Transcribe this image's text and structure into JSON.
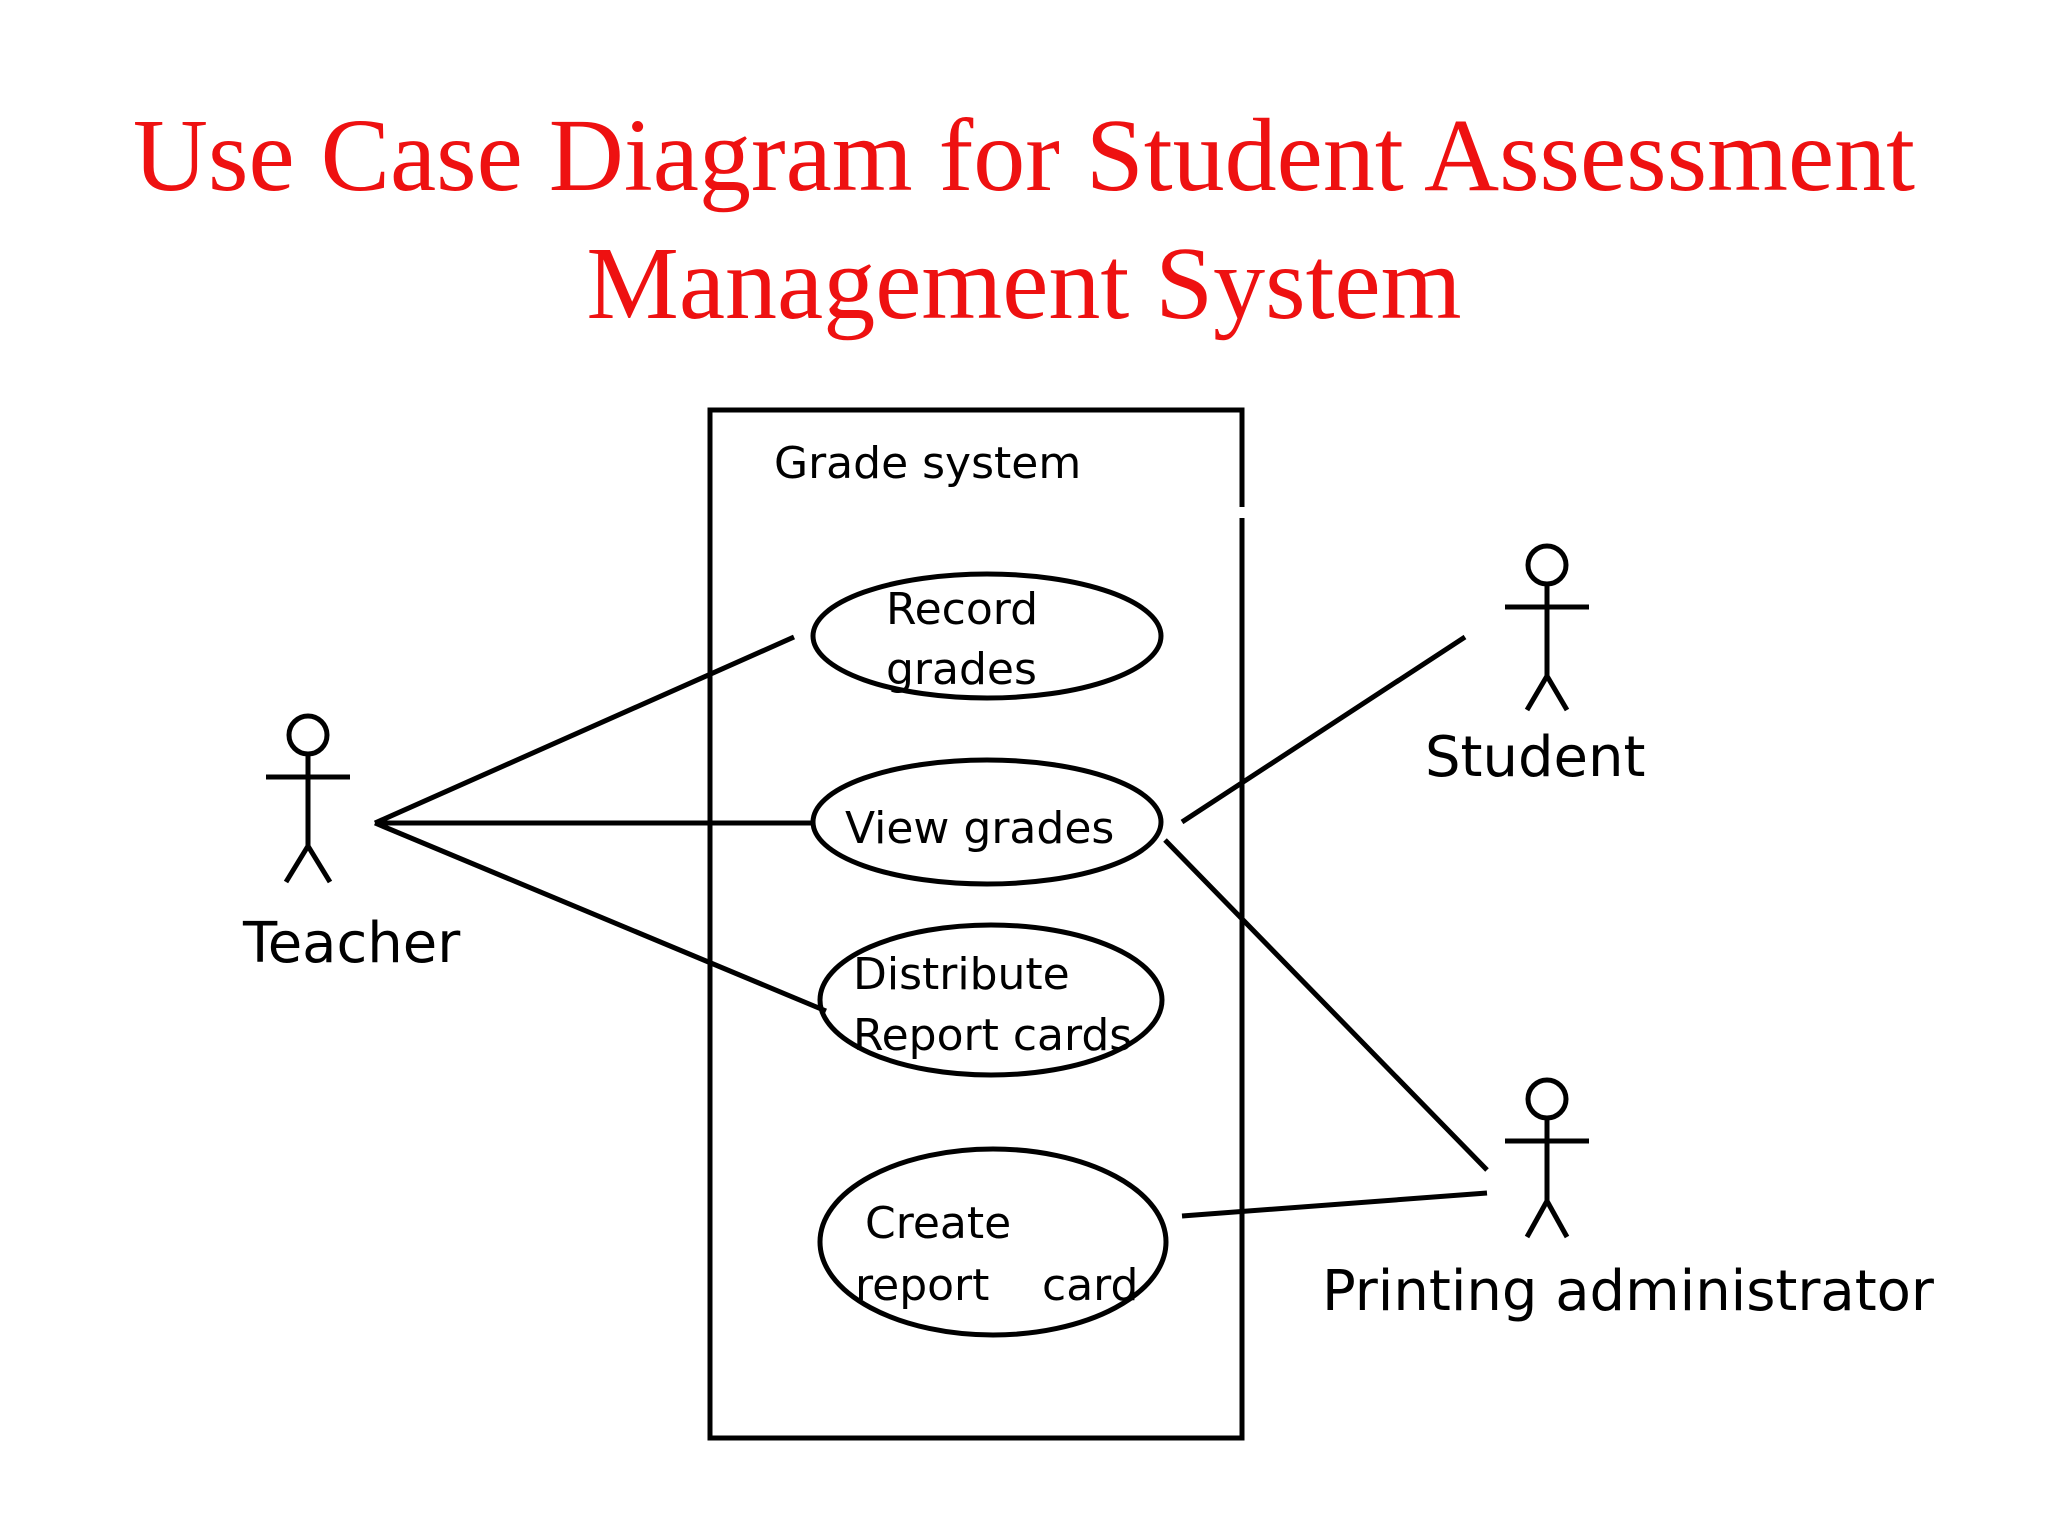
{
  "title": {
    "line1": "Use Case Diagram for Student Assessment",
    "line2": "Management System"
  },
  "system": {
    "name": "Grade system"
  },
  "use_cases": [
    {
      "id": "record",
      "lines": [
        "Record",
        "grades"
      ]
    },
    {
      "id": "view",
      "lines": [
        "View grades"
      ]
    },
    {
      "id": "distribute",
      "lines": [
        "Distribute",
        "Report cards"
      ]
    },
    {
      "id": "create",
      "lines": [
        "Create",
        "report",
        "card"
      ]
    }
  ],
  "actors": [
    {
      "id": "teacher",
      "name": "Teacher"
    },
    {
      "id": "student",
      "name": "Student"
    },
    {
      "id": "printing",
      "name": "Printing administrator"
    }
  ],
  "associations": [
    {
      "actor": "teacher",
      "use_case": "record"
    },
    {
      "actor": "teacher",
      "use_case": "view"
    },
    {
      "actor": "teacher",
      "use_case": "distribute"
    },
    {
      "actor": "student",
      "use_case": "view"
    },
    {
      "actor": "printing",
      "use_case": "view"
    },
    {
      "actor": "printing",
      "use_case": "create"
    }
  ],
  "colors": {
    "title": "#ee1111",
    "lines": "#000000"
  }
}
